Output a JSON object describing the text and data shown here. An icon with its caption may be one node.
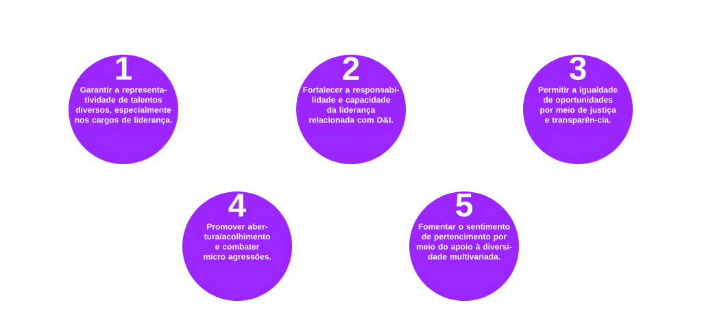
{
  "diagram": {
    "nodes": [
      {
        "text": [
          "1",
          "Garantir a representa-tividade de talentos diversos, especialmente nos cargos de liderança."
        ]
      },
      {
        "text": [
          "2",
          "Fortalecer a responsabi-lidade e capacidade da liderança relacionada com D&I."
        ]
      },
      {
        "text": [
          "3",
          "Permitir a igualdade de oportunidades por meio de justiça e transparên-cia."
        ]
      },
      {
        "text": [
          "4",
          "Promover aber-tura/acolhimento e combater micro agressões."
        ]
      },
      {
        "text": [
          "5",
          "Fomentar o sentimento de pertencimento por meio do apoio à diversi-dade multivariada."
        ]
      }
    ]
  }
}
